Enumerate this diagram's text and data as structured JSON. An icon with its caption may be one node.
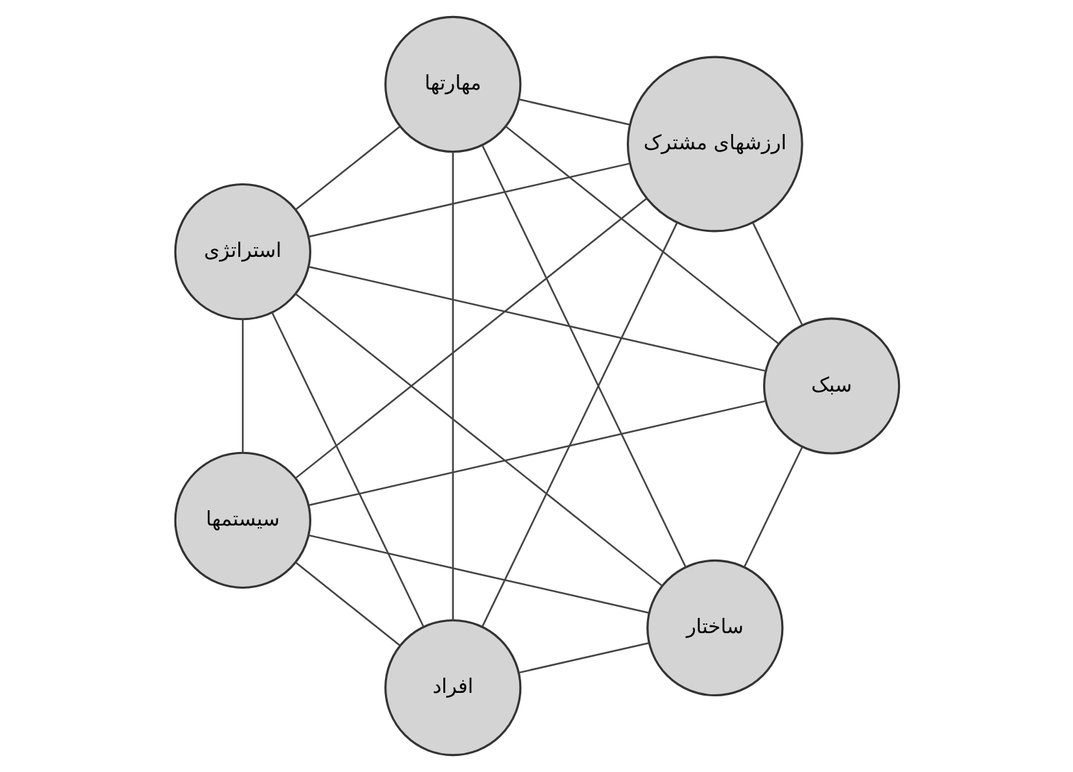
{
  "diagram": {
    "nodes": [
      {
        "text": [
          "سبک"
        ]
      },
      {
        "text": [
          "ارزشهای مشترک"
        ]
      },
      {
        "text": [
          "سیستمها"
        ]
      },
      {
        "text": [
          "استراتژی"
        ]
      },
      {
        "text": [
          "مهارتها"
        ]
      },
      {
        "text": [
          "ساختار"
        ]
      },
      {
        "text": [
          "افراد"
        ]
      }
    ],
    "edges": [
      {
        "from": 0,
        "to": 1,
        "arrow": "none"
      },
      {
        "from": 0,
        "to": 2,
        "arrow": "none"
      },
      {
        "from": 0,
        "to": 3,
        "arrow": "none"
      },
      {
        "from": 0,
        "to": 4,
        "arrow": "none"
      },
      {
        "from": 0,
        "to": 5,
        "arrow": "none"
      },
      {
        "from": 1,
        "to": 2,
        "arrow": "none"
      },
      {
        "from": 1,
        "to": 3,
        "arrow": "none"
      },
      {
        "from": 1,
        "to": 4,
        "arrow": "none"
      },
      {
        "from": 1,
        "to": 6,
        "arrow": "none"
      },
      {
        "from": 2,
        "to": 3,
        "arrow": "none"
      },
      {
        "from": 2,
        "to": 5,
        "arrow": "none"
      },
      {
        "from": 2,
        "to": 6,
        "arrow": "none"
      },
      {
        "from": 3,
        "to": 4,
        "arrow": "none"
      },
      {
        "from": 3,
        "to": 5,
        "arrow": "none"
      },
      {
        "from": 3,
        "to": 6,
        "arrow": "none"
      },
      {
        "from": 4,
        "to": 5,
        "arrow": "none"
      },
      {
        "from": 4,
        "to": 6,
        "arrow": "none"
      },
      {
        "from": 5,
        "to": 6,
        "arrow": "none"
      }
    ]
  }
}
